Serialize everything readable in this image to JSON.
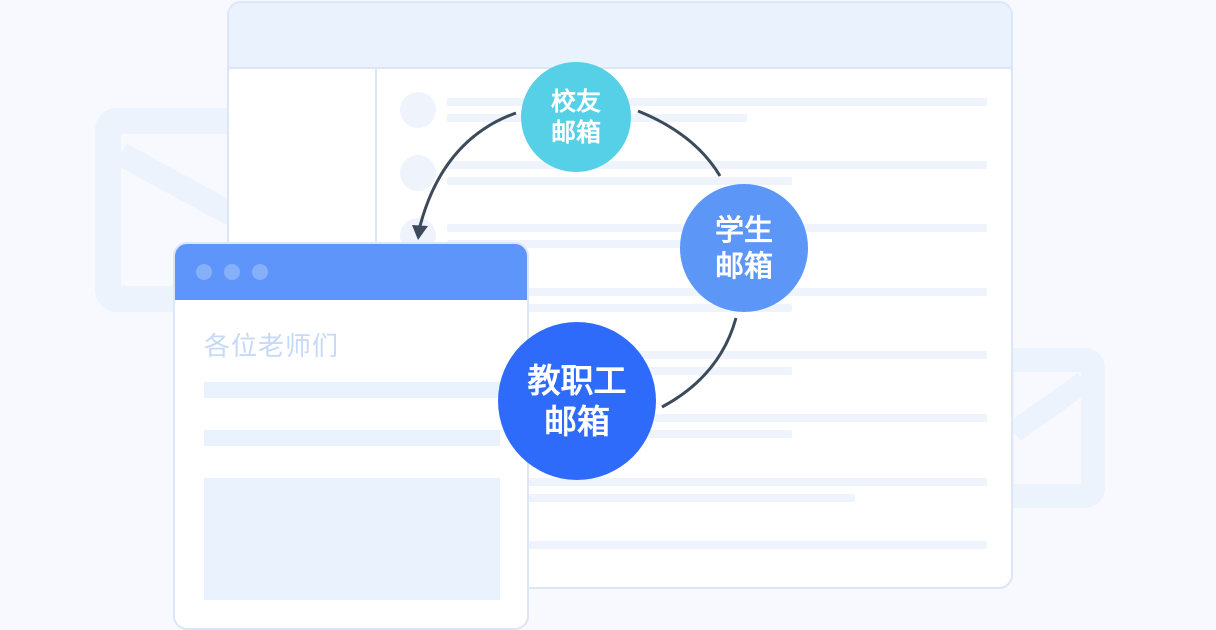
{
  "compose": {
    "greeting": "各位老师们"
  },
  "mailboxes": {
    "alumni": {
      "line1": "校友",
      "line2": "邮箱",
      "color": "#56d0e7"
    },
    "student": {
      "line1": "学生",
      "line2": "邮箱",
      "color": "#5c96f7"
    },
    "staff": {
      "line1": "教职工",
      "line2": "邮箱",
      "color": "#2f6bfa"
    }
  },
  "colors": {
    "background": "#f7f9fe",
    "window_header": "#eaf2fd",
    "compose_header": "#5e95fb",
    "arrow": "#3d4a5c"
  },
  "icons": [
    "envelope-icon",
    "envelope-icon",
    "arrow-cycle"
  ]
}
